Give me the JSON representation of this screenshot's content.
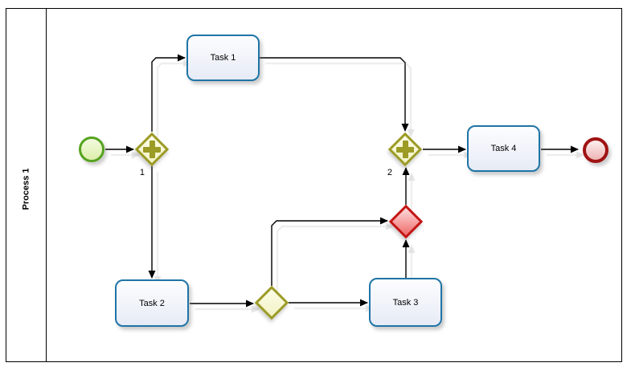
{
  "diagram": {
    "type": "bpmn-process-diagram",
    "pool": {
      "label": "Process 1"
    },
    "nodes": {
      "start_event": {
        "type": "start-event"
      },
      "gateway1": {
        "type": "parallel-gateway",
        "label": "1"
      },
      "task1": {
        "type": "task",
        "label": "Task 1"
      },
      "task2": {
        "type": "task",
        "label": "Task 2"
      },
      "exclusive_gateway": {
        "type": "exclusive-gateway"
      },
      "task3": {
        "type": "task",
        "label": "Task 3"
      },
      "red_gateway": {
        "type": "exclusive-gateway-highlighted"
      },
      "gateway2": {
        "type": "parallel-gateway",
        "label": "2"
      },
      "task4": {
        "type": "task",
        "label": "Task 4"
      },
      "end_event": {
        "type": "end-event"
      }
    },
    "flows": [
      {
        "from": "start_event",
        "to": "gateway1"
      },
      {
        "from": "gateway1",
        "to": "task1"
      },
      {
        "from": "gateway1",
        "to": "task2"
      },
      {
        "from": "task1",
        "to": "gateway2"
      },
      {
        "from": "task2",
        "to": "exclusive_gateway"
      },
      {
        "from": "exclusive_gateway",
        "to": "task3"
      },
      {
        "from": "exclusive_gateway",
        "to": "red_gateway"
      },
      {
        "from": "task3",
        "to": "red_gateway"
      },
      {
        "from": "red_gateway",
        "to": "gateway2"
      },
      {
        "from": "gateway2",
        "to": "task4"
      },
      {
        "from": "task4",
        "to": "end_event"
      }
    ],
    "colors": {
      "text": "#000000",
      "pool_border": "#000000",
      "connector": "#000000",
      "task_border": "#1F74A6",
      "task_fill_top": "#FDFDFF",
      "task_fill_bottom": "#E6EBF5",
      "gateway_border": "#9C9B25",
      "gateway_icon": "#9C9B25",
      "gateway_fill_top": "#FDFDE8",
      "gateway_fill_bottom": "#F2F2C6",
      "exclusive_red_border": "#C41414",
      "exclusive_red_fill_top": "#FFDCDC",
      "exclusive_red_fill_bottom": "#EE6A6A",
      "start_border": "#55A31F",
      "start_fill_top": "#F3FADF",
      "start_fill_bottom": "#DCEFAC",
      "end_border": "#A01212",
      "end_fill_top": "#FBEFEF",
      "end_fill_bottom": "#EFB4B4"
    }
  }
}
